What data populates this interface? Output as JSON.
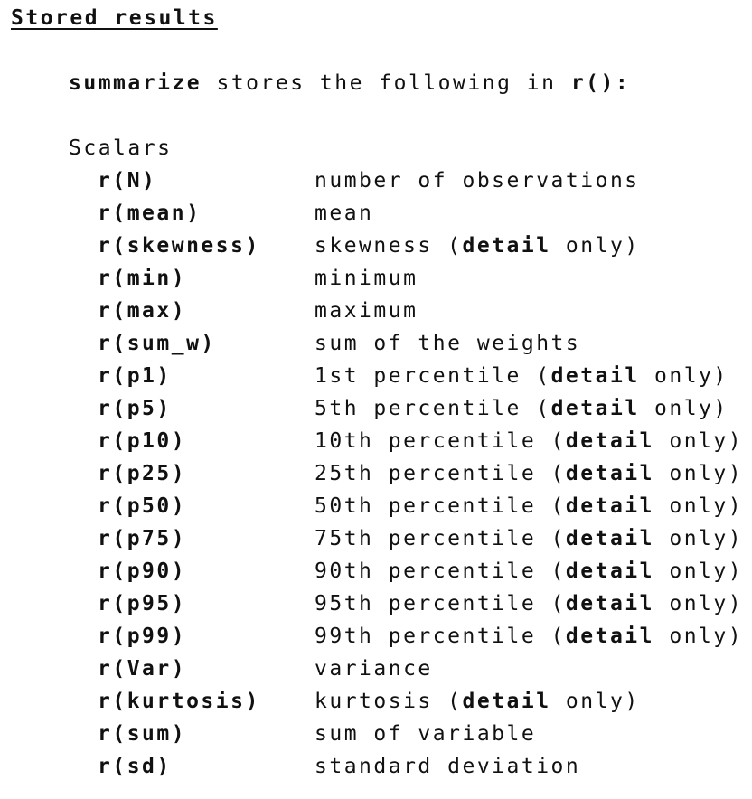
{
  "section_title": "Stored results",
  "intro": {
    "command": "summarize",
    "middle": " stores the following in ",
    "target": "r():"
  },
  "group_label": "Scalars",
  "detail_keyword": "detail",
  "only_word": " only)",
  "entries": [
    {
      "name": "r(N)",
      "desc": "number of observations",
      "detail": false
    },
    {
      "name": "r(mean)",
      "desc": "mean",
      "detail": false
    },
    {
      "name": "r(skewness)",
      "desc": "skewness",
      "detail": true
    },
    {
      "name": "r(min)",
      "desc": "minimum",
      "detail": false
    },
    {
      "name": "r(max)",
      "desc": "maximum",
      "detail": false
    },
    {
      "name": "r(sum_w)",
      "desc": "sum of the weights",
      "detail": false
    },
    {
      "name": "r(p1)",
      "desc": "1st percentile",
      "detail": true
    },
    {
      "name": "r(p5)",
      "desc": "5th percentile",
      "detail": true
    },
    {
      "name": "r(p10)",
      "desc": "10th percentile",
      "detail": true
    },
    {
      "name": "r(p25)",
      "desc": "25th percentile",
      "detail": true
    },
    {
      "name": "r(p50)",
      "desc": "50th percentile",
      "detail": true
    },
    {
      "name": "r(p75)",
      "desc": "75th percentile",
      "detail": true
    },
    {
      "name": "r(p90)",
      "desc": "90th percentile",
      "detail": true
    },
    {
      "name": "r(p95)",
      "desc": "95th percentile",
      "detail": true
    },
    {
      "name": "r(p99)",
      "desc": "99th percentile",
      "detail": true
    },
    {
      "name": "r(Var)",
      "desc": "variance",
      "detail": false
    },
    {
      "name": "r(kurtosis)",
      "desc": "kurtosis",
      "detail": true
    },
    {
      "name": "r(sum)",
      "desc": "sum of variable",
      "detail": false
    },
    {
      "name": "r(sd)",
      "desc": "standard deviation",
      "detail": false
    }
  ]
}
